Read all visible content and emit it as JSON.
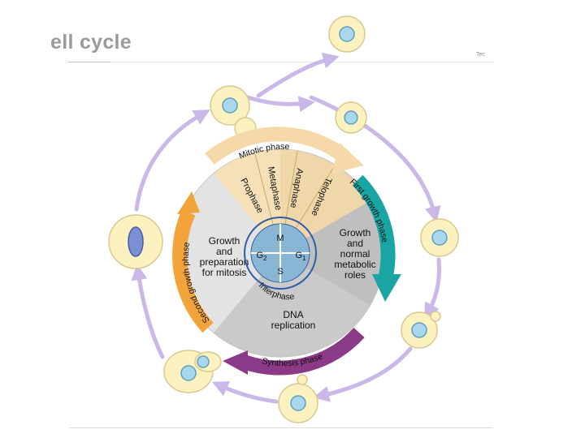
{
  "slide": {
    "title": "ell cycle",
    "corner_tag": "Tec"
  },
  "diagram": {
    "mitotic_phase": "Mitotic phase",
    "mitotic_stages": [
      "Prophase",
      "Metaphase",
      "Anaphase",
      "Telophase"
    ],
    "arc_labels": {
      "first_growth": "First growth phase",
      "synthesis": "Synthesis phase",
      "second_growth": "Second growth phase"
    },
    "segments": {
      "g1_line1": "Growth",
      "g1_line2": "and",
      "g1_line3": "normal",
      "g1_line4": "metabolic",
      "g1_line5": "roles",
      "s_line1": "DNA",
      "s_line2": "replication",
      "g2_line1": "Growth",
      "g2_line2": "and",
      "g2_line3": "preparation",
      "g2_line4": "for mitosis"
    },
    "hub": {
      "m": "M",
      "g1": "G",
      "g1_sub": "1",
      "s": "S",
      "g2": "G",
      "g2_sub": "2",
      "interphase": "Interphase"
    },
    "colors": {
      "mitotic": "#f5d9a8",
      "g1_arrow": "#1aa5a5",
      "s_arrow": "#8b3a87",
      "g2_arrow": "#f2a33a",
      "cycle_arrow": "#c9b8e8",
      "cell_fill": "#fbf2c0",
      "nucleus": "#a9d8ee",
      "hub": "#8ab6d6"
    }
  }
}
